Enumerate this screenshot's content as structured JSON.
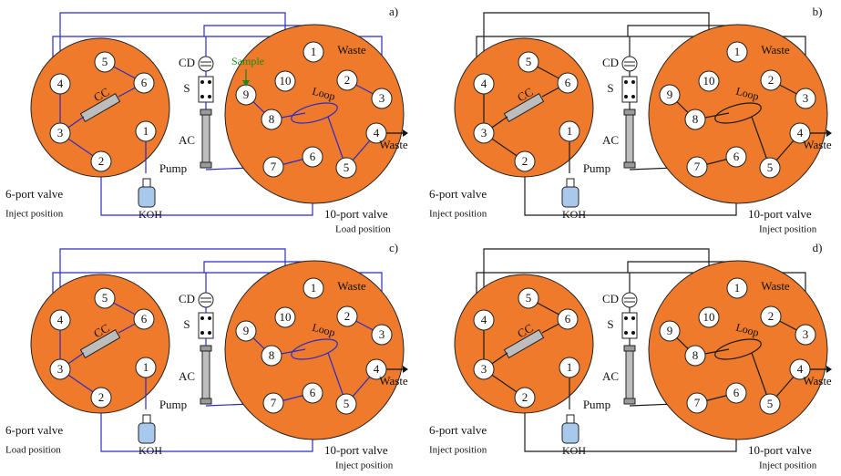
{
  "panels": [
    {
      "id": "a",
      "label": "a)",
      "wire_color": "#2b2bc8",
      "six_caption": "6-port valve",
      "six_state": "Inject position",
      "ten_caption": "10-port valve",
      "ten_state": "Load position",
      "annotations": [
        "Sample",
        "Waste"
      ],
      "annotation_color": "#1a8a1a"
    },
    {
      "id": "b",
      "label": "b)",
      "wire_color": "#1a1a1a",
      "six_caption": "6-port valve",
      "six_state": "Inject position",
      "ten_caption": "10-port valve",
      "ten_state": "Inject position",
      "annotations": [],
      "annotation_color": "#1a1a1a"
    },
    {
      "id": "c",
      "label": "c)",
      "wire_color": "#2b2bc8",
      "six_caption": "6-port valve",
      "six_state": "Load position",
      "ten_caption": "10-port valve",
      "ten_state": "Inject position",
      "annotations": [],
      "annotation_color": "#1a1a1a"
    },
    {
      "id": "d",
      "label": "d)",
      "wire_color": "#1a1a1a",
      "six_caption": "6-port valve",
      "six_state": "Inject position",
      "ten_caption": "10-port valve",
      "ten_state": "Inject position",
      "annotations": [],
      "annotation_color": "#1a1a1a"
    }
  ],
  "labels": {
    "cc": "CC",
    "cd": "CD",
    "s": "S",
    "ac": "AC",
    "pump": "Pump",
    "koh": "KOH",
    "loop": "Loop",
    "waste": "Waste"
  },
  "six_ports": [
    "1",
    "2",
    "3",
    "4",
    "5",
    "6"
  ],
  "ten_ports": [
    "1",
    "2",
    "3",
    "4",
    "5",
    "6",
    "7",
    "8",
    "9",
    "10"
  ],
  "colors": {
    "valve_fill": "#ef7a2c",
    "port_fill": "#ffffff",
    "stroke": "#222222",
    "bottle": "#a9c9ec",
    "column": "#bdbdbd"
  }
}
